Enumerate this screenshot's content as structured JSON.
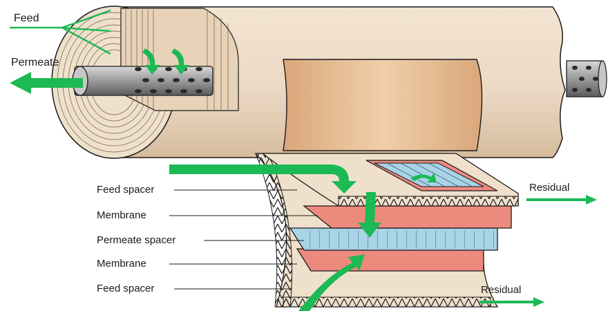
{
  "labels": {
    "feed": "Feed",
    "permeate": "Permeate",
    "feed_spacer_top": "Feed spacer",
    "membrane_top": "Membrane",
    "permeate_spacer": "Permeate spacer",
    "membrane_bottom": "Membrane",
    "feed_spacer_bottom": "Feed spacer",
    "residual_right": "Residual",
    "residual_bottom": "Residual"
  },
  "colors": {
    "flow_arrow": "#1db954",
    "cylinder": "#ecd9c4",
    "cylinder_shade": "#d8bfa2",
    "inner_panel": "#e0b68e",
    "membrane": "#ec8a7e",
    "permeate_spacer": "#a9d3e6",
    "tube": "#9a9a9a",
    "outline": "#1a1a1a"
  },
  "icons": [
    "flow-arrow-icon",
    "perforated-tube-icon"
  ]
}
